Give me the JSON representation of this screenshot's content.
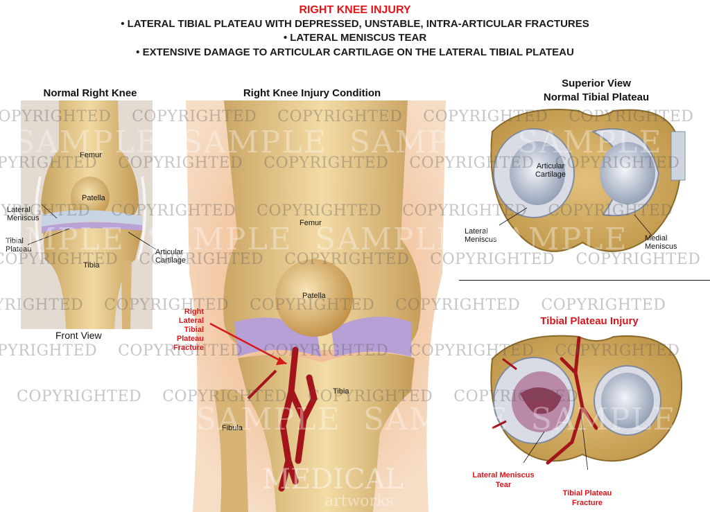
{
  "header": {
    "title": "RIGHT KNEE INJURY",
    "bullet1": "• LATERAL TIBIAL PLATEAU WITH DEPRESSED, UNSTABLE, INTRA-ARTICULAR FRACTURES",
    "bullet2": "• LATERAL MENISCUS TEAR",
    "bullet3": "• EXTENSIVE DAMAGE TO ARTICULAR CARTILAGE ON THE LATERAL TIBIAL PLATEAU"
  },
  "normal_knee": {
    "heading": "Normal Right Knee",
    "caption": "Front View",
    "labels": {
      "femur": "Femur",
      "patella": "Patella",
      "lateral_meniscus": "Lateral Meniscus",
      "tibial_plateau": "Tibial Plateau",
      "tibia": "Tibia",
      "articular_cartilage": "Articular Cartilage"
    }
  },
  "injury_knee": {
    "heading": "Right Knee Injury Condition",
    "labels": {
      "femur": "Femur",
      "patella": "Patella",
      "tibia": "Tibia",
      "fibula": "Fibula",
      "fracture": "Right Lateral Tibial Plateau Fracture"
    }
  },
  "superior_view": {
    "heading_line1": "Superior View",
    "heading_line2": "Normal Tibial Plateau",
    "labels": {
      "articular_cartilage": "Articular Cartilage",
      "lateral_meniscus": "Lateral Meniscus",
      "medial_meniscus": "Medial Meniscus"
    }
  },
  "plateau_injury": {
    "heading": "Tibial Plateau Injury",
    "labels": {
      "lateral_meniscus_tear": "Lateral Meniscus Tear",
      "tibial_plateau_fracture": "Tibial Plateau Fracture"
    }
  },
  "watermark": {
    "copyright": "COPYRIGHTED",
    "sample": "SAMPLE",
    "brand_line1": "MEDICAL",
    "brand_line2": "artworks"
  },
  "colors": {
    "title_red": "#e0161b",
    "bone": "#e8c98a",
    "cartilage": "#b9a3d6",
    "meniscus": "#c9d3e0",
    "fracture": "#a3151b"
  }
}
